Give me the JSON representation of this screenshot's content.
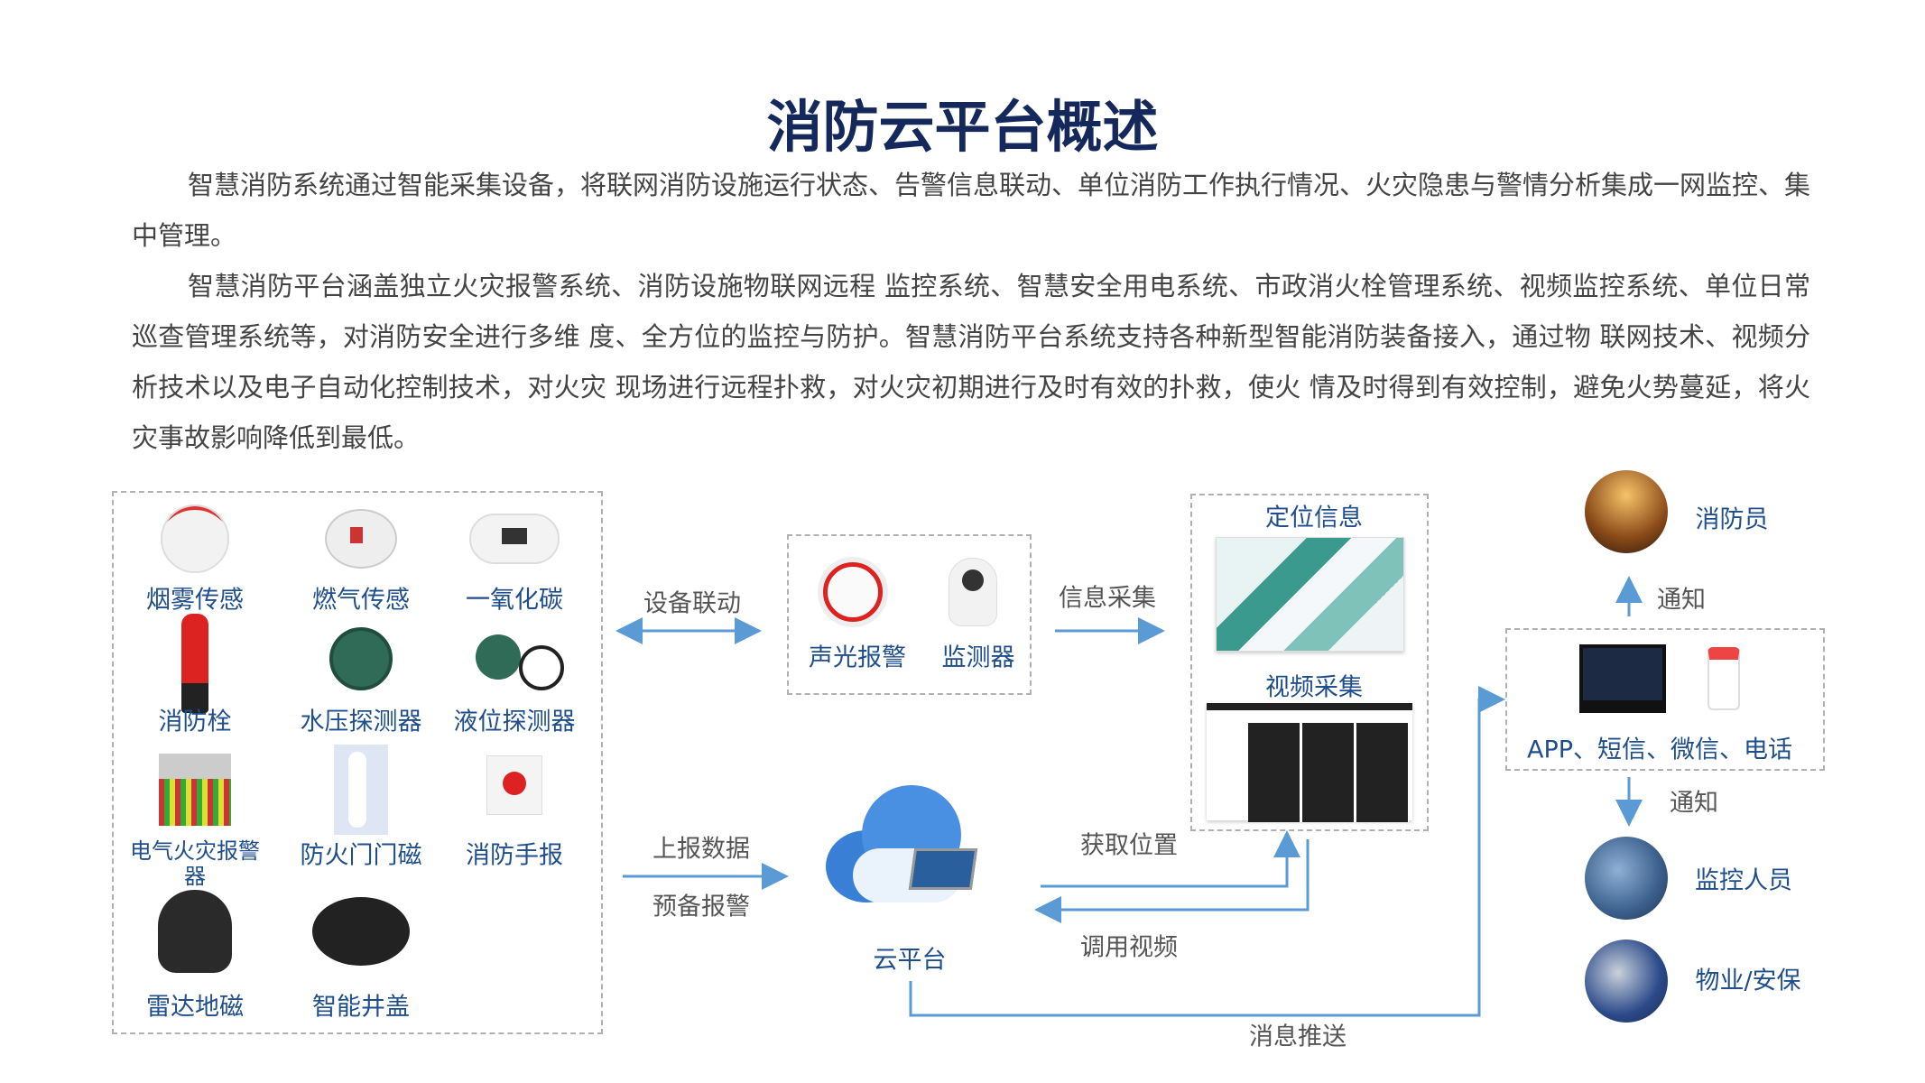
{
  "title": "消防云平台概述",
  "paragraphs": [
    "智慧消防系统通过智能采集设备，将联网消防设施运行状态、告警信息联动、单位消防工作执行情况、火灾隐患与警情分析集成一网监控、集中管理。",
    "智慧消防平台涵盖独立火灾报警系统、消防设施物联网远程 监控系统、智慧安全用电系统、市政消火栓管理系统、视频监控系统、单位日常巡查管理系统等，对消防安全进行多维 度、全方位的监控与防护。智慧消防平台系统支持各种新型智能消防装备接入，通过物 联网技术、视频分析技术以及电子自动化控制技术，对火灾 现场进行远程扑救，对火灾初期进行及时有效的扑救，使火 情及时得到有效控制，避免火势蔓延，将火灾事故影响降低到最低。"
  ],
  "devices": [
    "烟雾传感",
    "燃气传感",
    "一氧化碳",
    "消防栓",
    "水压探测器",
    "液位探测器",
    "电气火灾报警器",
    "防火门门磁",
    "消防手报",
    "雷达地磁",
    "智能井盖"
  ],
  "alarm_devices": [
    "声光报警",
    "监测器"
  ],
  "flows": {
    "linkage": "设备联动",
    "collect": "信息采集",
    "report": "上报数据",
    "prealarm": "预备报警",
    "get_location": "获取位置",
    "call_video": "调用视频",
    "push": "消息推送",
    "notify_up": "通知",
    "notify_down": "通知"
  },
  "cloud": "云平台",
  "info": {
    "location": "定位信息",
    "video": "视频采集"
  },
  "channels": "APP、短信、微信、电话",
  "people": [
    "消防员",
    "监控人员",
    "物业/安保"
  ],
  "colors": {
    "title": "#14285c",
    "label": "#1f4e8c",
    "line": "#5b9bd5"
  }
}
